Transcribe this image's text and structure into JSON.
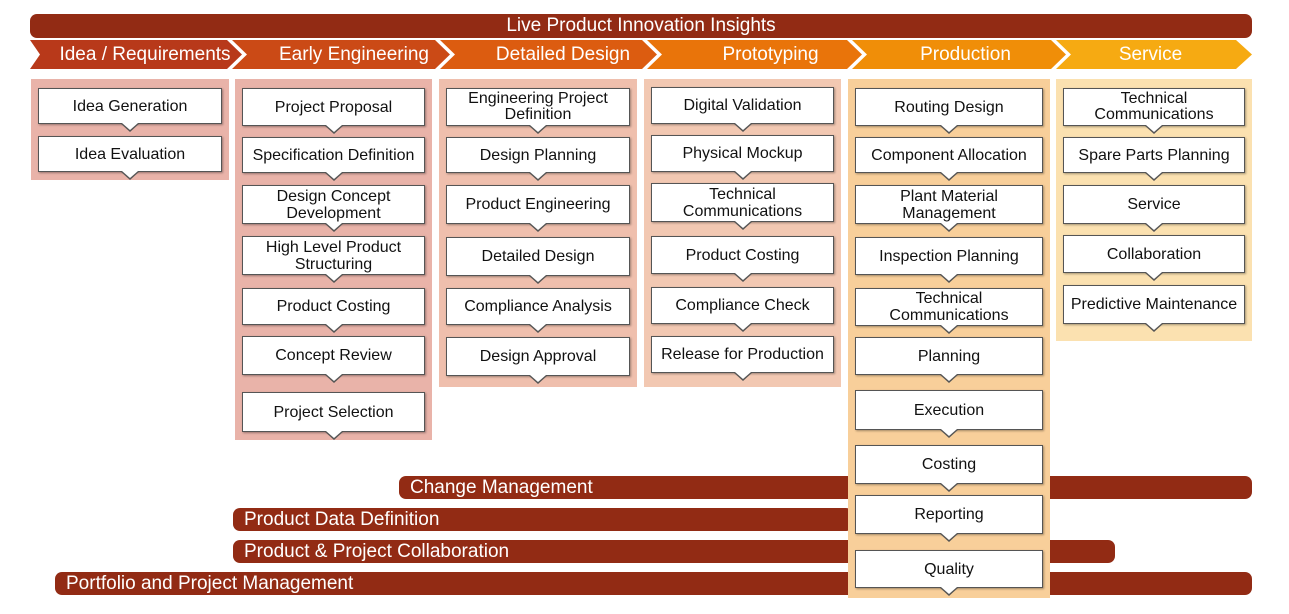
{
  "title": "Live Product Innovation Insights",
  "colors": {
    "banner": "#922b14",
    "phase_fills": [
      "#b8391a",
      "#cb4a16",
      "#dc5c10",
      "#e9740a",
      "#f08e08",
      "#f6aa12"
    ],
    "column_fills": [
      "#e9b3a9",
      "#e9b3a9",
      "#efbfad",
      "#f2c8b2",
      "#f8cf9a",
      "#fbe1b0"
    ]
  },
  "phases": [
    {
      "label": "Idea / Requirements",
      "items": [
        "Idea Generation",
        "Idea Evaluation"
      ]
    },
    {
      "label": "Early Engineering",
      "items": [
        "Project Proposal",
        "Specification Definition",
        "Design Concept Development",
        "High Level Product Structuring",
        "Product Costing",
        "Concept Review",
        "Project Selection"
      ]
    },
    {
      "label": "Detailed Design",
      "items": [
        "Engineering Project Definition",
        "Design Planning",
        "Product Engineering",
        "Detailed Design",
        "Compliance Analysis",
        "Design Approval"
      ]
    },
    {
      "label": "Prototyping",
      "items": [
        "Digital Validation",
        "Physical Mockup",
        "Technical Communications",
        "Product Costing",
        "Compliance Check",
        "Release for Production"
      ]
    },
    {
      "label": "Production",
      "items": [
        "Routing Design",
        "Component Allocation",
        "Plant Material Management",
        "Inspection Planning",
        "Technical Communications",
        "Planning",
        "Execution",
        "Costing",
        "Reporting",
        "Quality"
      ]
    },
    {
      "label": "Service",
      "items": [
        "Technical Communications",
        "Spare Parts Planning",
        "Service",
        "Collaboration",
        "Predictive Maintenance"
      ]
    }
  ],
  "bars": [
    "Change Management",
    "Product Data Definition",
    "Product & Project Collaboration",
    "Portfolio and Project Management"
  ]
}
